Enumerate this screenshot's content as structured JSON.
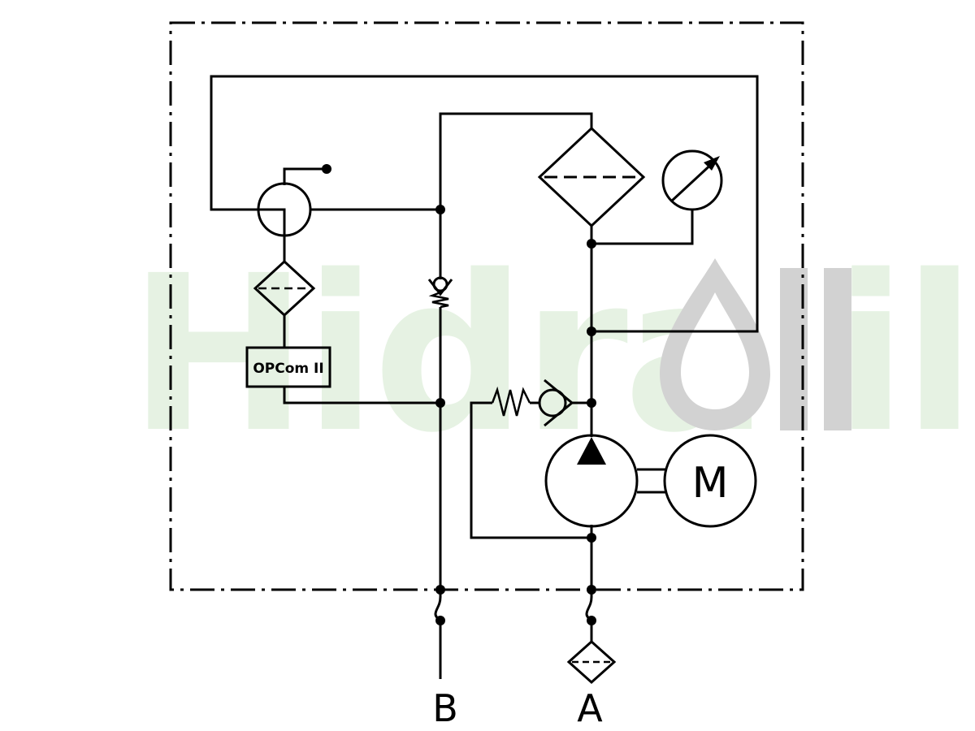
{
  "watermark": {
    "text": "Hidra il",
    "green": "#e6f2e3",
    "gray": "#d2d2d2"
  },
  "components": {
    "monitor_label": "OPCom II",
    "motor_label": "M"
  },
  "ports": {
    "b_label": "B",
    "a_label": "A"
  }
}
